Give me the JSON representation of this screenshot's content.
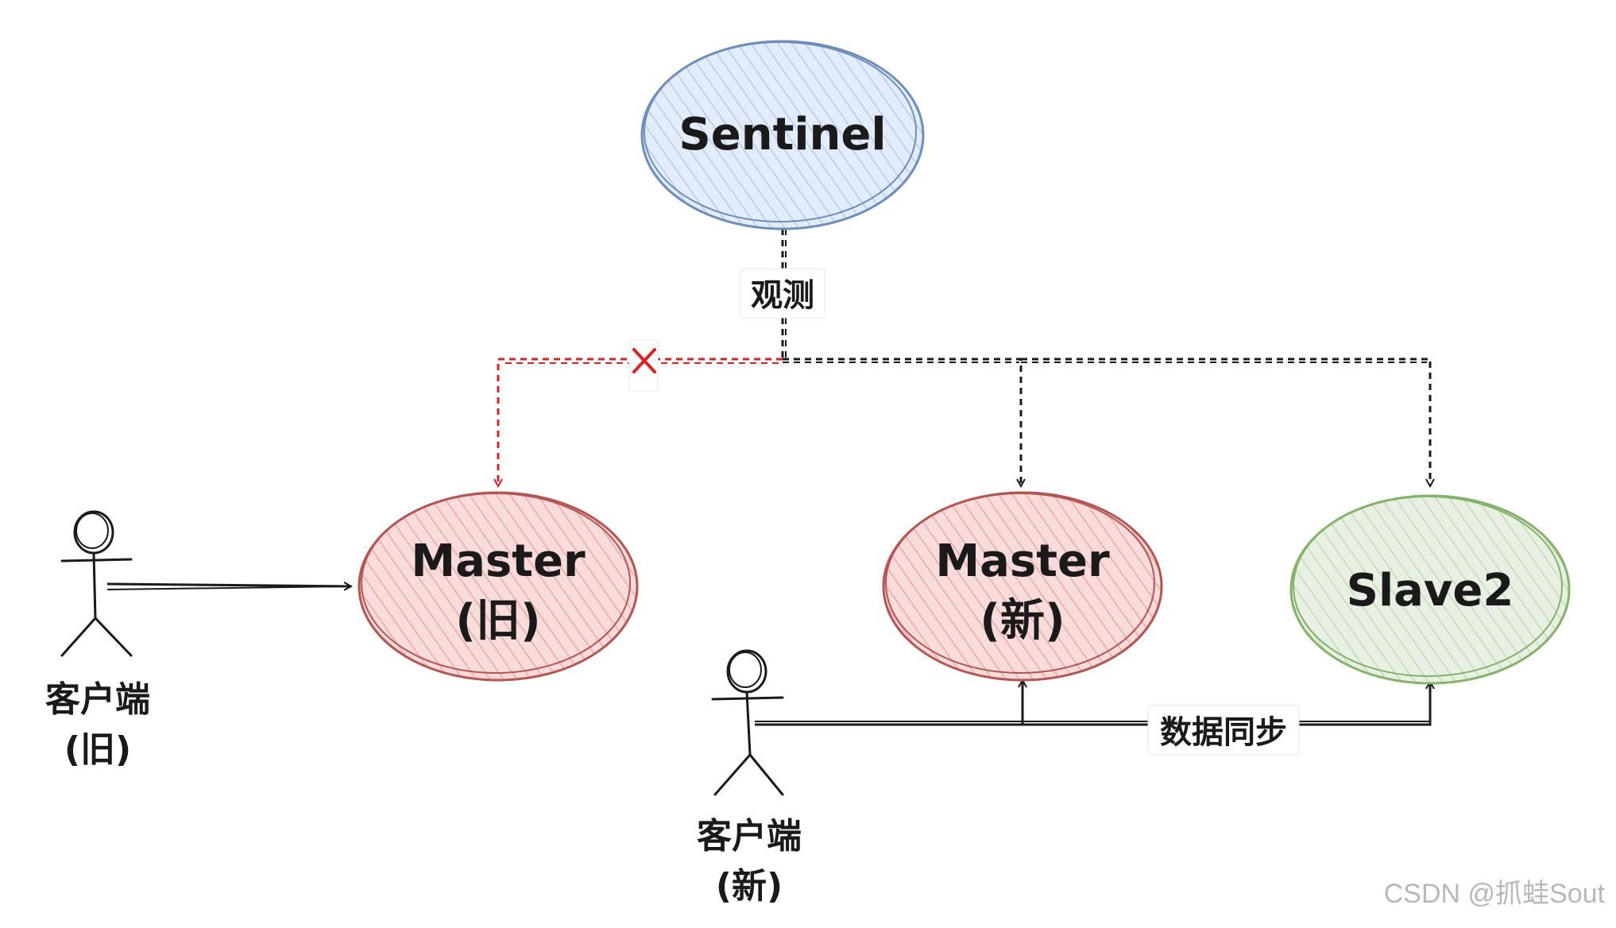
{
  "diagram": {
    "nodes": {
      "sentinel": {
        "label": "Sentinel"
      },
      "master_old": {
        "label_line1": "Master",
        "label_line2": "(旧)"
      },
      "master_new": {
        "label_line1": "Master",
        "label_line2": "(新)"
      },
      "slave2": {
        "label": "Slave2"
      }
    },
    "actors": {
      "client_old": {
        "label_line1": "客户端",
        "label_line2": "(旧)"
      },
      "client_new": {
        "label_line1": "客户端",
        "label_line2": "(新)"
      }
    },
    "edge_labels": {
      "observe": "观测",
      "data_sync": "数据同步"
    },
    "colors": {
      "sentinel_stroke": "#6c8ebf",
      "sentinel_fill": "#dae8fc",
      "master_stroke": "#b85450",
      "master_fill": "#f8cecc",
      "slave_stroke": "#82b366",
      "slave_fill": "#d5e8d4",
      "failed_link": "#e02020",
      "line": "#1a1a1a"
    }
  },
  "watermark": "CSDN @抓蛙Sout"
}
